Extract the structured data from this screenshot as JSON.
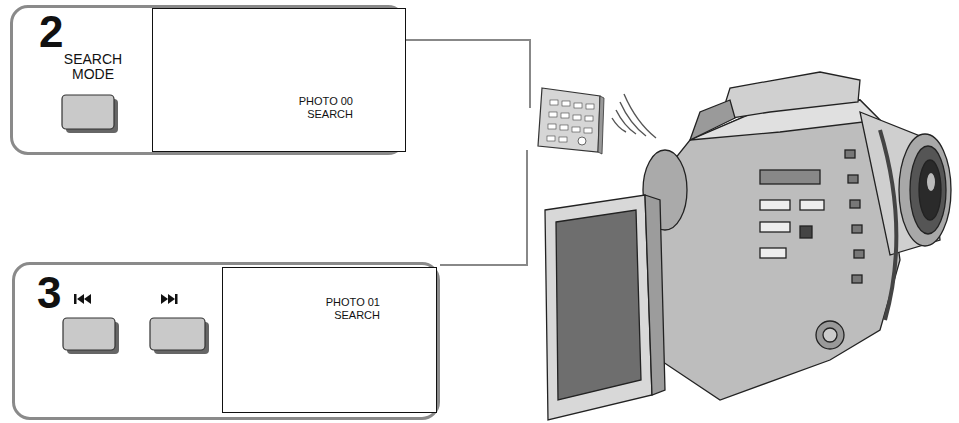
{
  "diagram": {
    "nodes": [
      {
        "text": [
          "2",
          "SEARCH MODE"
        ]
      },
      {
        "text": [
          "PHOTO 00 SEARCH"
        ],
        "in": 0
      },
      {
        "text": [
          "3"
        ]
      },
      {
        "text": [
          "PHOTO 01 SEARCH"
        ],
        "in": 2
      }
    ]
  }
}
